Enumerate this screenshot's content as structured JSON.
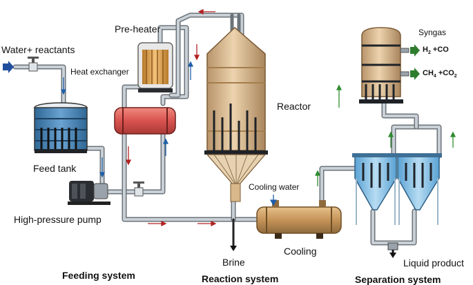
{
  "labels": {
    "feed_in": "Water+ reactants",
    "preheater": "Pre-heater",
    "heat_exchanger": "Heat exchanger",
    "reactor": "Reactor",
    "feed_tank": "Feed tank",
    "cooling_water": "Cooling water",
    "pump": "High-pressure pump",
    "brine": "Brine",
    "cooling": "Cooling",
    "syngas": "Syngas",
    "liquid_product": "Liquid product"
  },
  "syngas_outputs": [
    {
      "a": "H",
      "sub": "2",
      "b": " +CO"
    },
    {
      "a": "CH",
      "sub": "4",
      "b": " +CO",
      "sub2": "2"
    }
  ],
  "systems": {
    "feeding": "Feeding system",
    "reaction": "Reaction system",
    "separation": "Separation system"
  },
  "colors": {
    "pipe": "#9aa3ab",
    "pipe_dark": "#3a3f44",
    "vessel": "#d9b98c",
    "vessel_band": "#b08a5c",
    "tank_water": "#4f87b8",
    "exchanger": "#d9534f",
    "preheater_coil": "#e2a44e",
    "cooler": "#c49358",
    "separator": "#8ec3e6",
    "flow_arrow_red": "#b22222",
    "flow_arrow_blue": "#1f5fa8",
    "flow_arrow_green": "#2e8b2e",
    "feed_arrow": "#1f4e9c"
  }
}
